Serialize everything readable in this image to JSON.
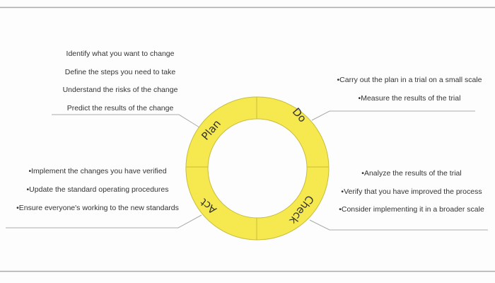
{
  "colors": {
    "ring": "#f5e94f",
    "ring_stroke": "#c9bd3a",
    "text": "#333333",
    "line": "#aaaaaa"
  },
  "phases": {
    "plan": {
      "label": "Plan",
      "items": [
        "Identify what you want to change",
        "Define the steps you need to take",
        "Understand the risks of the change",
        "Predict the results of the change"
      ]
    },
    "do": {
      "label": "Do",
      "items": [
        "•Carry out the plan in a trial on a small scale",
        "•Measure the results of the trial"
      ]
    },
    "check": {
      "label": "Check",
      "items": [
        "•Analyze the results of the trial",
        "•Verify that you have improved the process",
        "•Consider implementing it in a broader scale"
      ]
    },
    "act": {
      "label": "Act",
      "items": [
        "•Implement the changes you have verified",
        "•Update the standard operating procedures",
        "•Ensure everyone's working to the new standards"
      ]
    }
  }
}
